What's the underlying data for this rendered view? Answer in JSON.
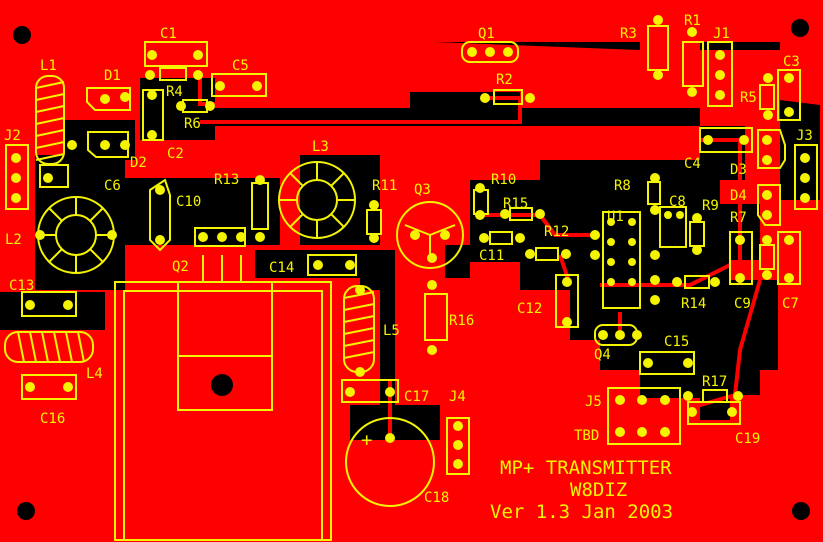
{
  "labels": {
    "C1": "C1",
    "C2": "C2",
    "C3": "C3",
    "C4": "C4",
    "C5": "C5",
    "C6": "C6",
    "C7": "C7",
    "C8": "C8",
    "C9": "C9",
    "C10": "C10",
    "C11": "C11",
    "C12": "C12",
    "C13": "C13",
    "C14": "C14",
    "C15": "C15",
    "C16": "C16",
    "C17": "C17",
    "C18": "C18",
    "C19": "C19",
    "D1": "D1",
    "D2": "D2",
    "D3": "D3",
    "D4": "D4",
    "J1": "J1",
    "J2": "J2",
    "J3": "J3",
    "J4": "J4",
    "J5": "J5",
    "L1": "L1",
    "L2": "L2",
    "L3": "L3",
    "L4": "L4",
    "L5": "L5",
    "Q1": "Q1",
    "Q2": "Q2",
    "Q3": "Q3",
    "Q4": "Q4",
    "R1": "R1",
    "R2": "R2",
    "R3": "R3",
    "R4": "R4",
    "R5": "R5",
    "R6": "R6",
    "R7": "R7",
    "R8": "R8",
    "R9": "R9",
    "R10": "R10",
    "R11": "R11",
    "R12": "R12",
    "R13": "R13",
    "R14": "R14",
    "R15": "R15",
    "R16": "R16",
    "R17": "R17",
    "U1": "U1",
    "TBD": "TBD",
    "plus": "+"
  },
  "title": {
    "line1": "MP+ TRANSMITTER",
    "line2": "W8DIZ",
    "line3": "Ver 1.3 Jan 2003"
  },
  "colors": {
    "copper": "#ff0000",
    "clearance": "#000000",
    "silkscreen": "#f4f400",
    "hole": "#d40000"
  }
}
